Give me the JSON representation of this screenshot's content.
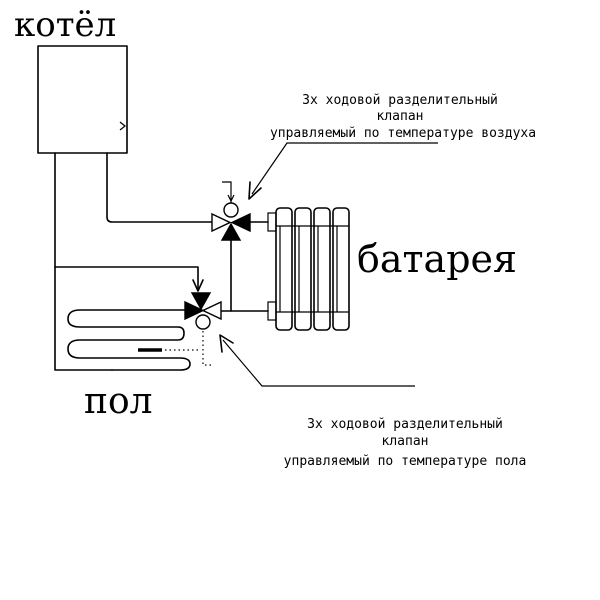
{
  "labels": {
    "boiler": "котёл",
    "battery": "батарея",
    "floor": "пол"
  },
  "valve_top": {
    "line1": "3х ходовой  разделительный",
    "line2": "клапан",
    "line3": "управляемый  по температуре воздуха"
  },
  "valve_bottom": {
    "line1": "3х ходовой  разделительный",
    "line2": "клапан",
    "line3": "управляемый  по температуре пола"
  },
  "icons": {
    "valve": "three-way-valve-icon",
    "radiator": "radiator-icon",
    "boiler": "boiler-icon"
  }
}
